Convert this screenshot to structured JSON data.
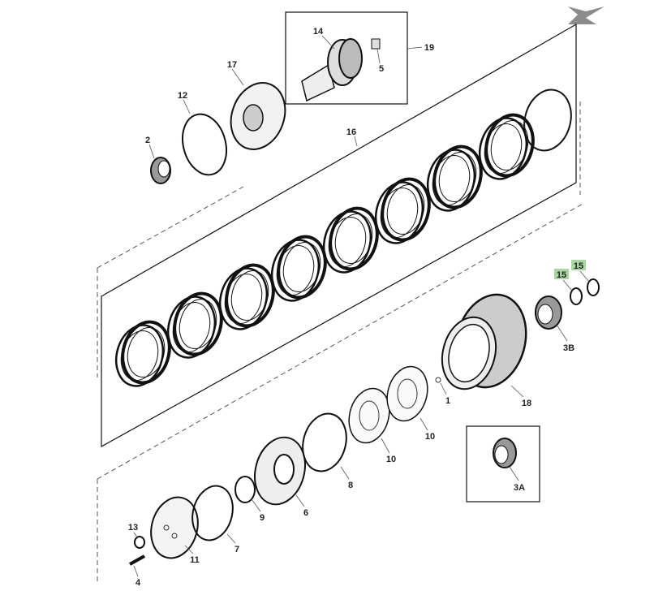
{
  "diagram": {
    "type": "exploded-parts-view",
    "highlight_color": "#a8d5a0",
    "arrow_color": "#8c8c8c",
    "callouts": {
      "p14": "14",
      "p5": "5",
      "p19": "19",
      "p17": "17",
      "p12": "12",
      "p2": "2",
      "p16": "16",
      "p15a": "15",
      "p15b": "15",
      "p3B": "3B",
      "p1": "1",
      "p18": "18",
      "p10a": "10",
      "p10b": "10",
      "p3A": "3A",
      "p8": "8",
      "p6": "6",
      "p9": "9",
      "p7": "7",
      "p13": "13",
      "p11": "11",
      "p4": "4"
    }
  }
}
